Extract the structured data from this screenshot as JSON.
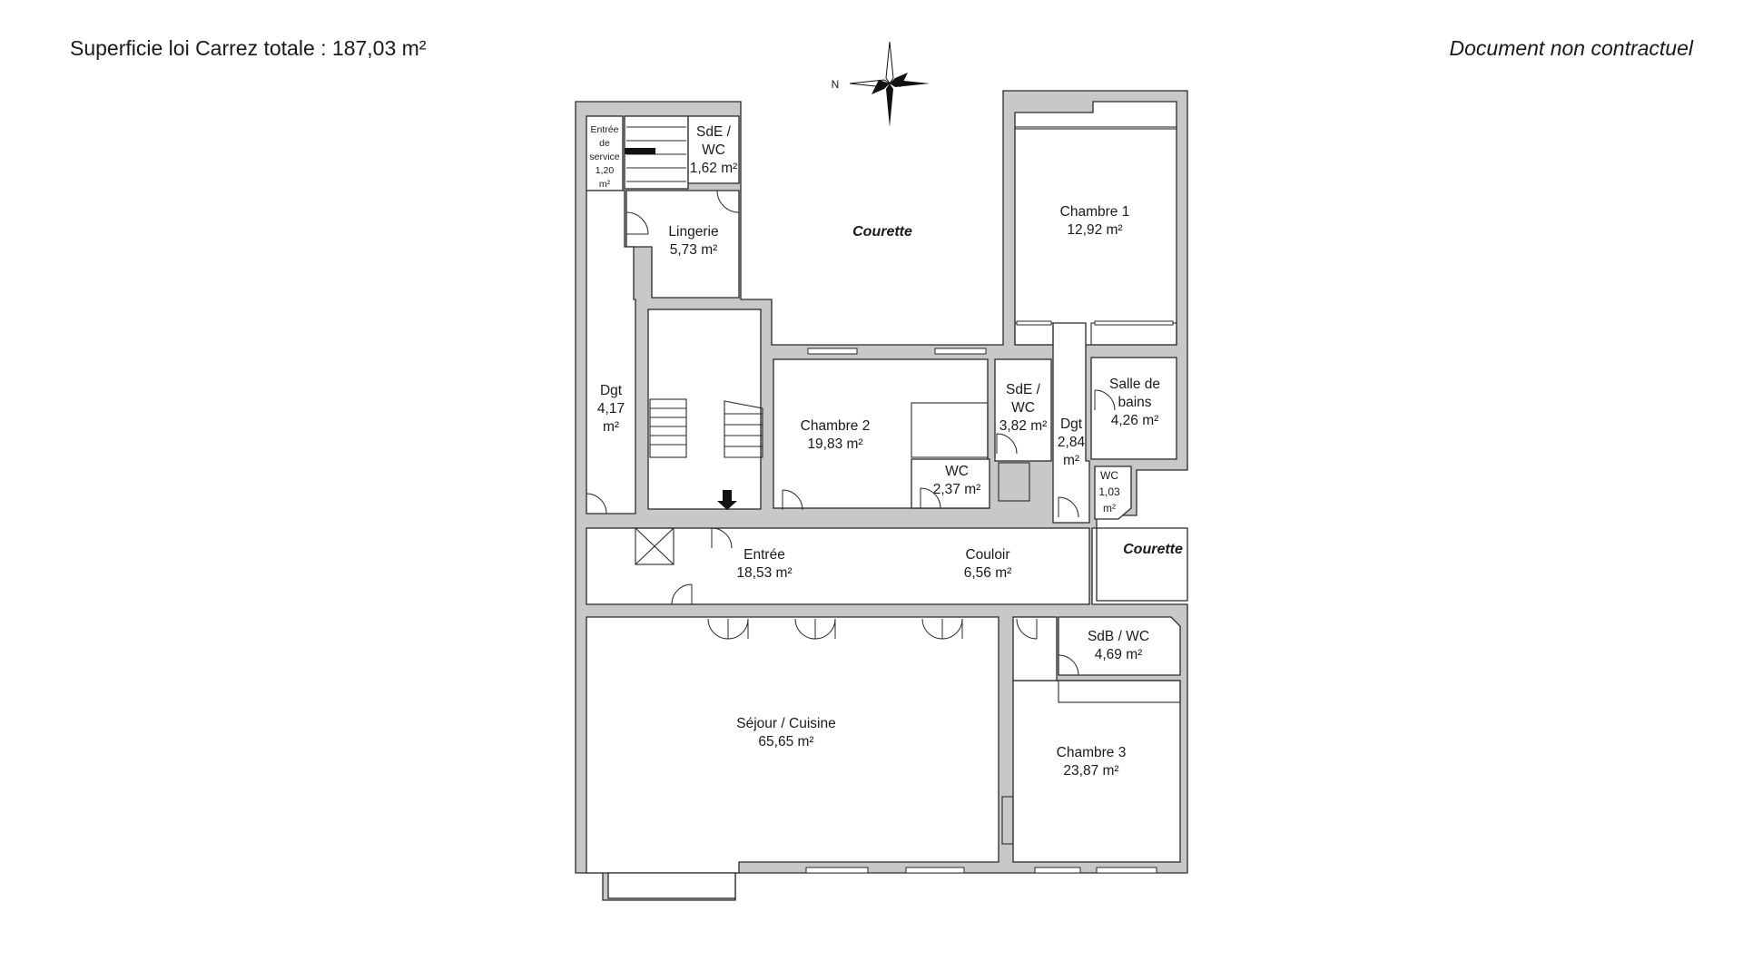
{
  "header": {
    "surface_total": "Superficie loi Carrez totale :  187,03 m²",
    "disclaimer": "Document non contractuel"
  },
  "compass": {
    "north_label": "N",
    "icon": "compass-rose-icon"
  },
  "courettes": {
    "top": "Courette",
    "right": "Courette"
  },
  "rooms": [
    {
      "id": "entree-service",
      "lines": [
        "Entrée",
        "de",
        "service",
        "1,20",
        "m²"
      ]
    },
    {
      "id": "sde-wc-1",
      "lines": [
        "SdE /",
        "WC",
        "1,62 m²"
      ]
    },
    {
      "id": "lingerie",
      "lines": [
        "Lingerie",
        "5,73 m²"
      ]
    },
    {
      "id": "chambre-1",
      "lines": [
        "Chambre 1",
        "12,92 m²"
      ]
    },
    {
      "id": "dgt-1",
      "lines": [
        "Dgt",
        "4,17",
        "m²"
      ]
    },
    {
      "id": "chambre-2",
      "lines": [
        "Chambre 2",
        "19,83 m²"
      ]
    },
    {
      "id": "sde-wc-2",
      "lines": [
        "SdE /",
        "WC",
        "3,82 m²"
      ]
    },
    {
      "id": "salle-de-bains",
      "lines": [
        "Salle de",
        "bains",
        "4,26 m²"
      ]
    },
    {
      "id": "dgt-2",
      "lines": [
        "Dgt",
        "2,84",
        "m²"
      ]
    },
    {
      "id": "wc-1",
      "lines": [
        "WC",
        "2,37 m²"
      ]
    },
    {
      "id": "wc-2",
      "lines": [
        "WC",
        "1,03",
        "m²"
      ]
    },
    {
      "id": "entree",
      "lines": [
        "Entrée",
        "18,53 m²"
      ]
    },
    {
      "id": "couloir",
      "lines": [
        "Couloir",
        "6,56 m²"
      ]
    },
    {
      "id": "sdb-wc",
      "lines": [
        "SdB / WC",
        "4,69 m²"
      ]
    },
    {
      "id": "sejour-cuisine",
      "lines": [
        "Séjour / Cuisine",
        "65,65 m²"
      ]
    },
    {
      "id": "chambre-3",
      "lines": [
        "Chambre 3",
        "23,87 m²"
      ]
    }
  ]
}
